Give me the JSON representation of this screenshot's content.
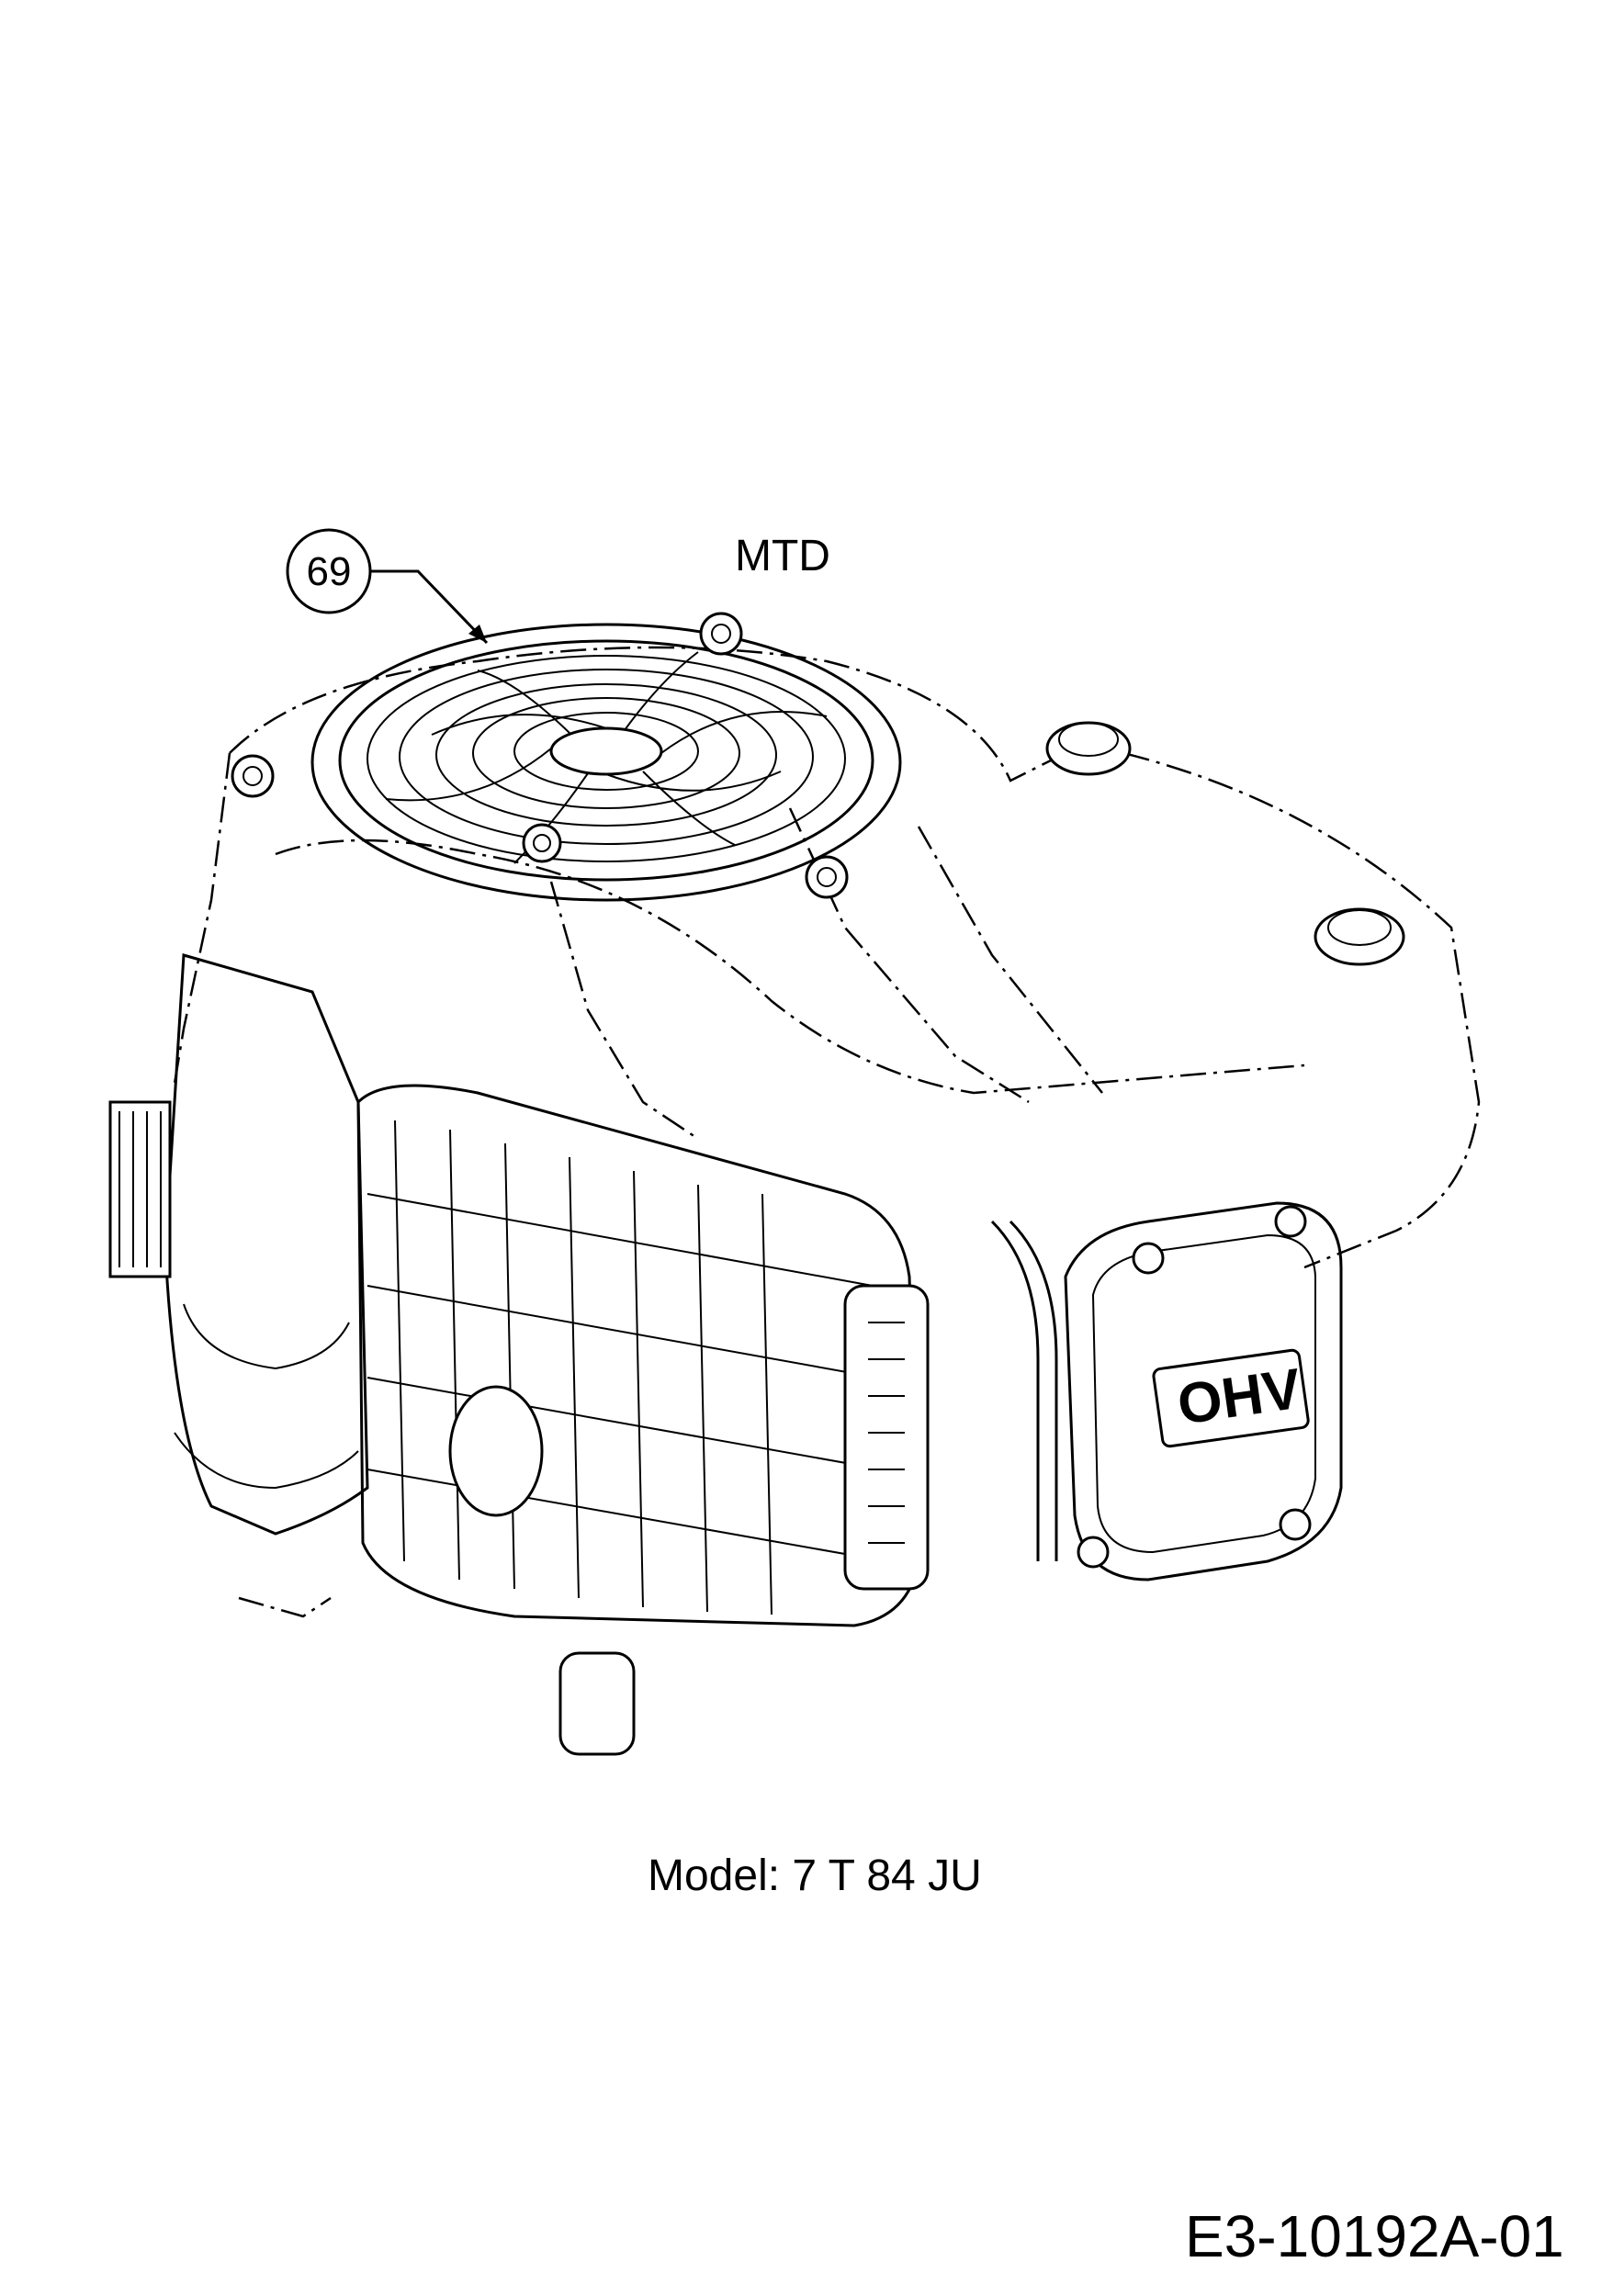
{
  "diagram": {
    "brand_label": "MTD",
    "callout": {
      "number": "69"
    },
    "model_label": "Model: 7 T 84 JU",
    "valve_cover_text": "OHV",
    "document_number": "E3-10192A-01"
  }
}
